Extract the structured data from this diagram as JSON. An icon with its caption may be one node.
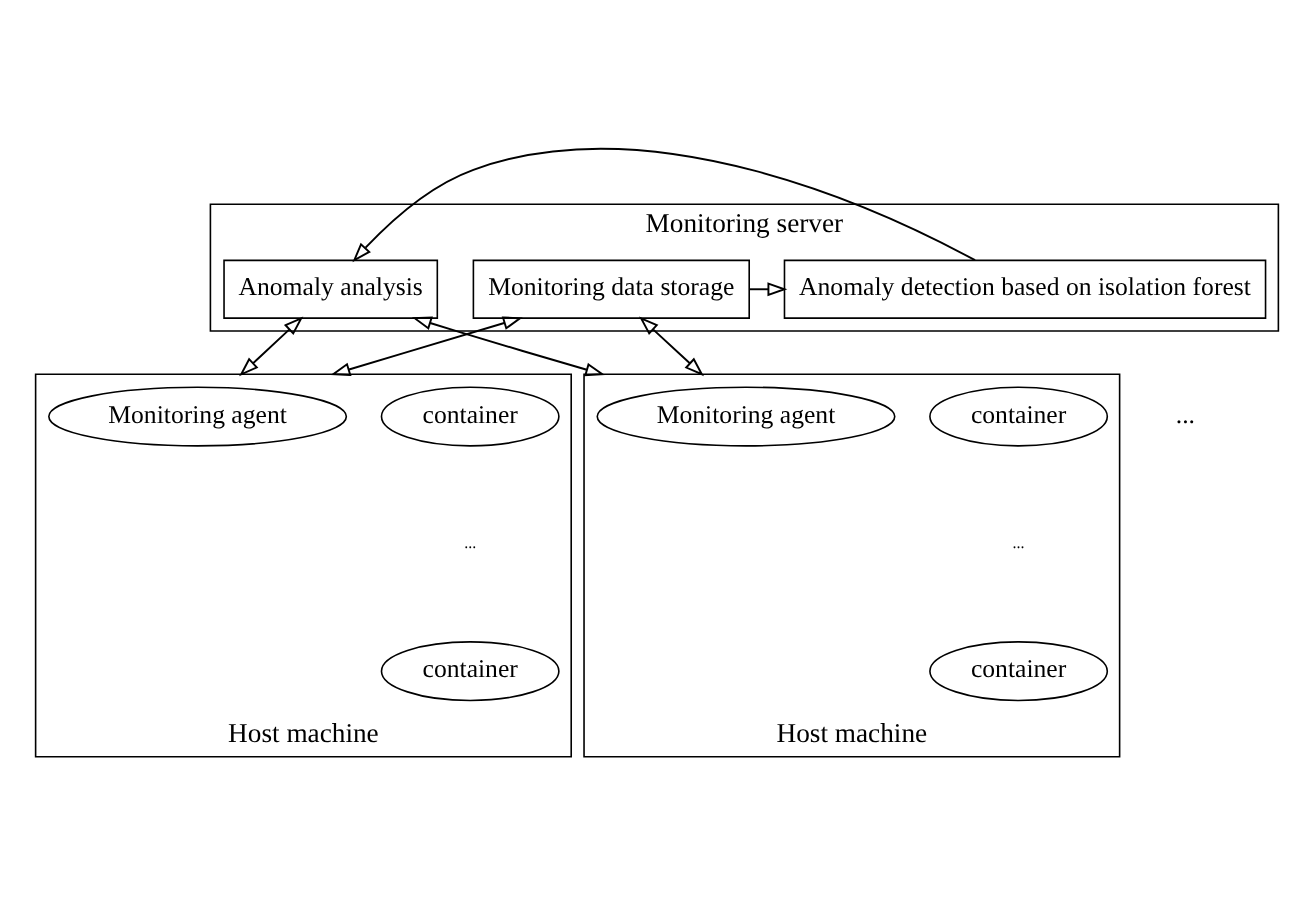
{
  "diagram": {
    "nodes": [
      {
        "text": [
          "Monitoring server"
        ]
      },
      {
        "text": [
          "Monitoring data storage"
        ],
        "in": 0
      },
      {
        "text": [
          "Anomaly detection based on isolation forest"
        ],
        "in": 0
      },
      {
        "text": [
          "Anomaly analysis"
        ],
        "in": 0
      },
      {
        "text": [
          "Host machine"
        ]
      },
      {
        "text": [
          "Monitoring agent"
        ],
        "in": 4
      },
      {
        "text": [
          "container"
        ],
        "in": 4
      },
      {
        "text": [
          "container"
        ],
        "in": 4
      },
      {
        "text": [
          "Host machine"
        ]
      },
      {
        "text": [
          "Monitoring agent"
        ],
        "in": 8
      },
      {
        "text": [
          "container"
        ],
        "in": 8
      },
      {
        "text": [
          "container"
        ],
        "in": 8
      }
    ],
    "edges": [
      {
        "from": 1,
        "to": 2,
        "arrow": "to"
      },
      {
        "from": 2,
        "to": 3,
        "arrow": "to"
      },
      {
        "from": 1,
        "to": 4,
        "arrow": "both"
      },
      {
        "from": 1,
        "to": 8,
        "arrow": "both"
      },
      {
        "from": 3,
        "to": 4,
        "arrow": "both"
      },
      {
        "from": 3,
        "to": 8,
        "arrow": "both"
      }
    ],
    "labels": [
      "...",
      "...",
      "..."
    ]
  }
}
